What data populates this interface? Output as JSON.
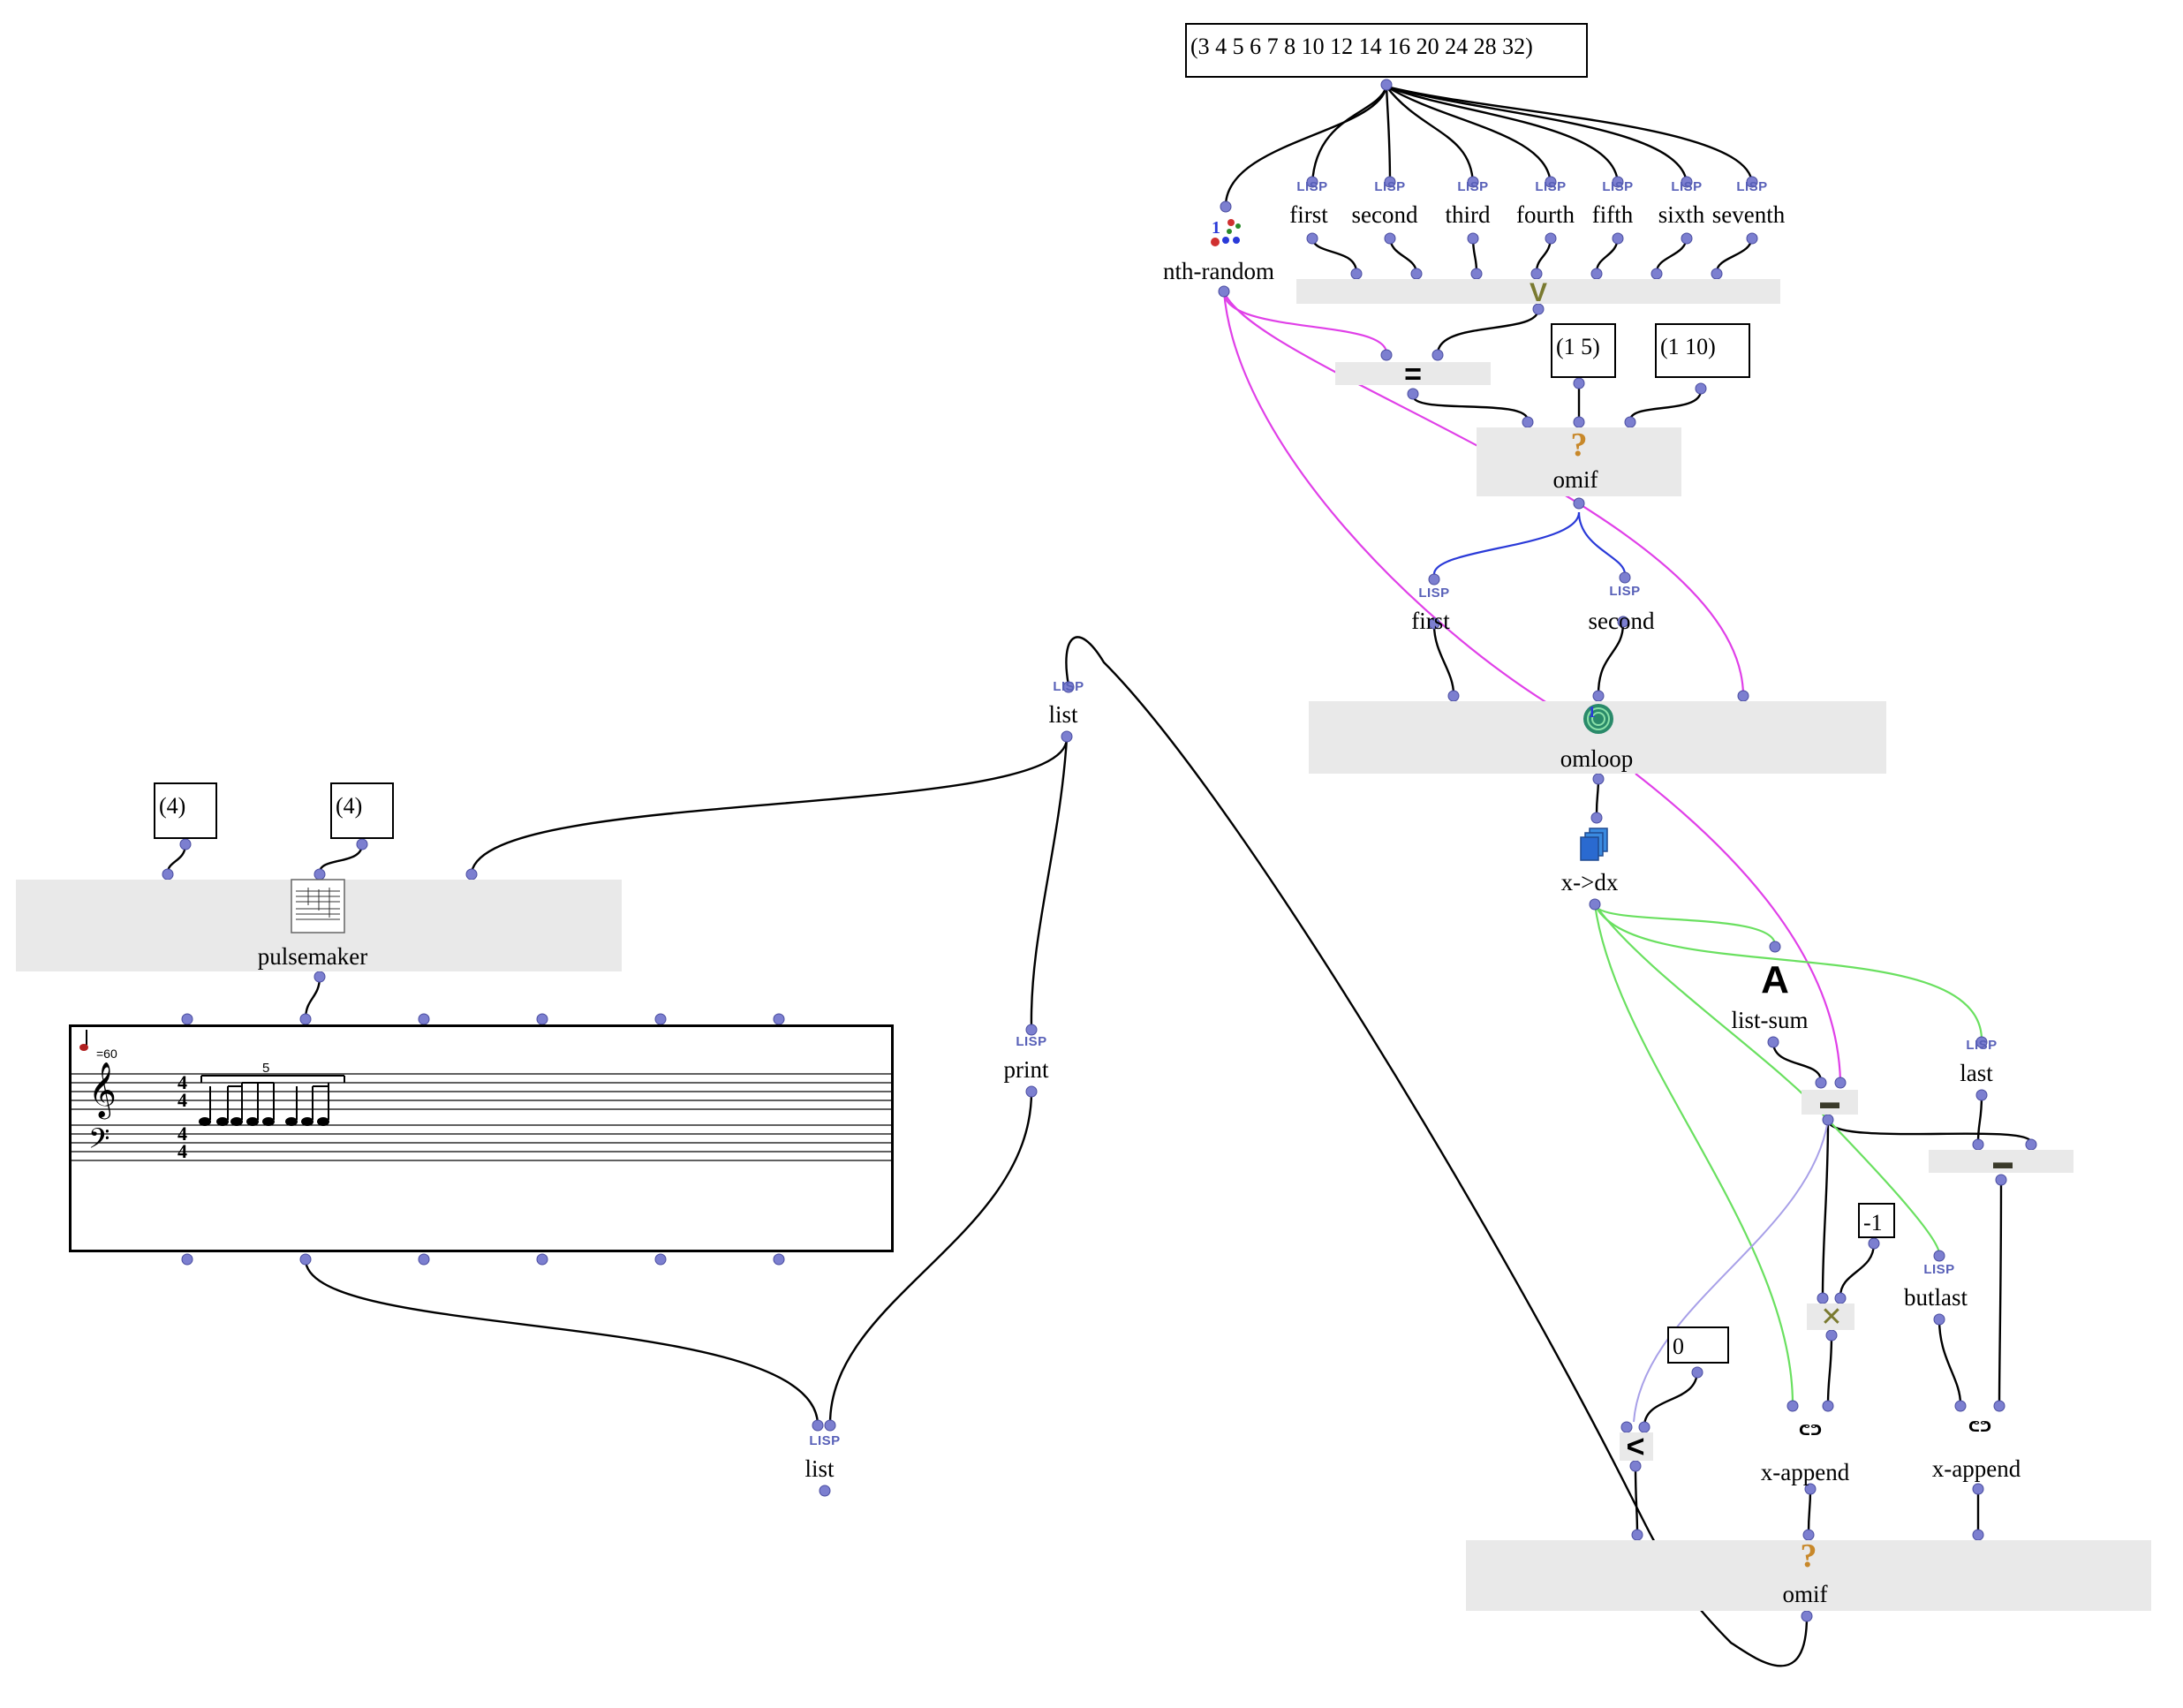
{
  "title_list_value": "(3 4 5 6 7 8 10 12 14 16 20 24 28 32)",
  "lisp_tag": "LISP",
  "top_funcs": [
    "first",
    "second",
    "third",
    "fourth",
    "fifth",
    "sixth",
    "seventh"
  ],
  "nth_random": "nth-random",
  "or_symbol": "V",
  "eq_symbol": "=",
  "val_1_5": "(1 5)",
  "val_1_10": "(1 10)",
  "omif_label": "omif",
  "omif_icon": "?",
  "first_label": "first",
  "second_label": "second",
  "omloop_label": "omloop",
  "omloop_icon": "1",
  "x_dx_label": "x->dx",
  "list_sum_icon": "A",
  "list_sum_label": "list-sum",
  "last_label": "last",
  "minus_symbol": "▬",
  "minus_symbol2": "▬",
  "neg_one": "-1",
  "times_symbol": "✕",
  "butlast_label": "butlast",
  "zero_value": "0",
  "lt_symbol": "<",
  "x_append_label": "x-append",
  "x_append_label2": "x-append",
  "append_icon": "ᕦᕤ",
  "omif2_label": "omif",
  "list_label": "list",
  "list2_label": "list",
  "print_label": "print",
  "val_4a": "(4)",
  "val_4b": "(4)",
  "pulsemaker_label": "pulsemaker",
  "score": {
    "tempo": "=60",
    "time_sig_top": "4",
    "time_sig_bottom": "4",
    "tuplet": "5"
  },
  "colors": {
    "wire_black": "#000000",
    "wire_magenta": "#e040e8",
    "wire_blue": "#2a3ad8",
    "wire_green": "#6ae060",
    "wire_lavender": "#a8a0e8",
    "box_grey": "#e9e9e9",
    "inlet": "#7c7fd0"
  },
  "icons": {
    "nth_random": "nth-random-dice-icon",
    "omif": "question-mark-icon",
    "omloop": "loop-spiral-icon",
    "x_dx": "stacked-blue-pages-icon",
    "list_sum": "bold-a-icon",
    "pulsemaker": "score-thumbnail-icon"
  }
}
